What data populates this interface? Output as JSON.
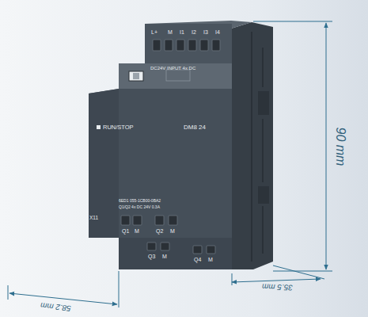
{
  "diagram": {
    "labels": [
      "L+",
      "M",
      "I1",
      "I2",
      "I3",
      "I4",
      "DC24V INPUT 4x DC",
      "RUN/STOP",
      "DM8 24",
      "6ED1 055-1CB00-0BA2",
      "Q1/Q2 4x DC 24V 0.3A",
      "X11",
      "Q1",
      "M",
      "Q2",
      "M",
      "Q3",
      "M",
      "Q4",
      "M",
      "90 mm",
      "35.5 mm",
      "58.2 mm"
    ]
  }
}
